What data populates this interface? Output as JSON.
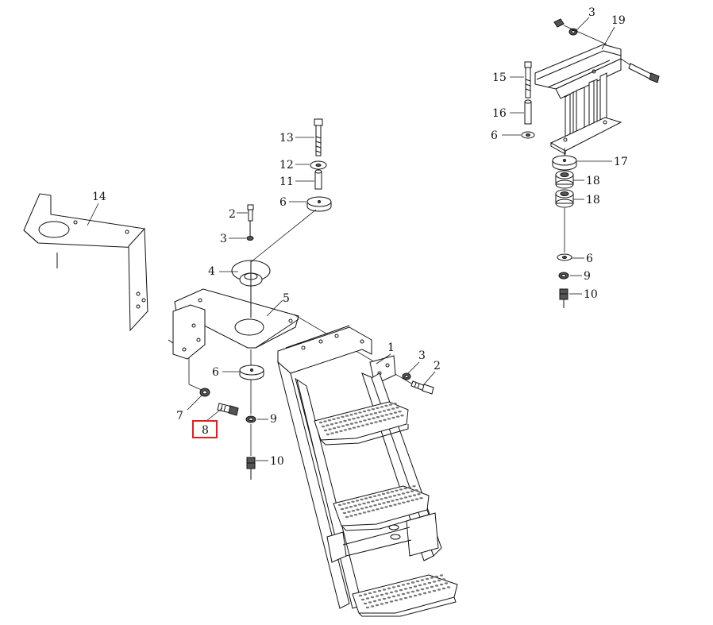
{
  "diagram": {
    "highlight_color": "#e02020",
    "labels": {
      "p14": "14",
      "p5": "5",
      "p4": "4",
      "p3a": "3",
      "p2a": "2",
      "p13": "13",
      "p12": "12",
      "p11": "11",
      "p6a": "6",
      "p6b": "6",
      "p7": "7",
      "p8": "8",
      "p9a": "9",
      "p10a": "10",
      "p1": "1",
      "p3b": "3",
      "p2b": "2",
      "p3c": "3",
      "p19": "19",
      "p15": "15",
      "p16": "16",
      "p6c": "6",
      "p17": "17",
      "p18a": "18",
      "p18b": "18",
      "p6d": "6",
      "p9b": "9",
      "p10b": "10"
    }
  }
}
